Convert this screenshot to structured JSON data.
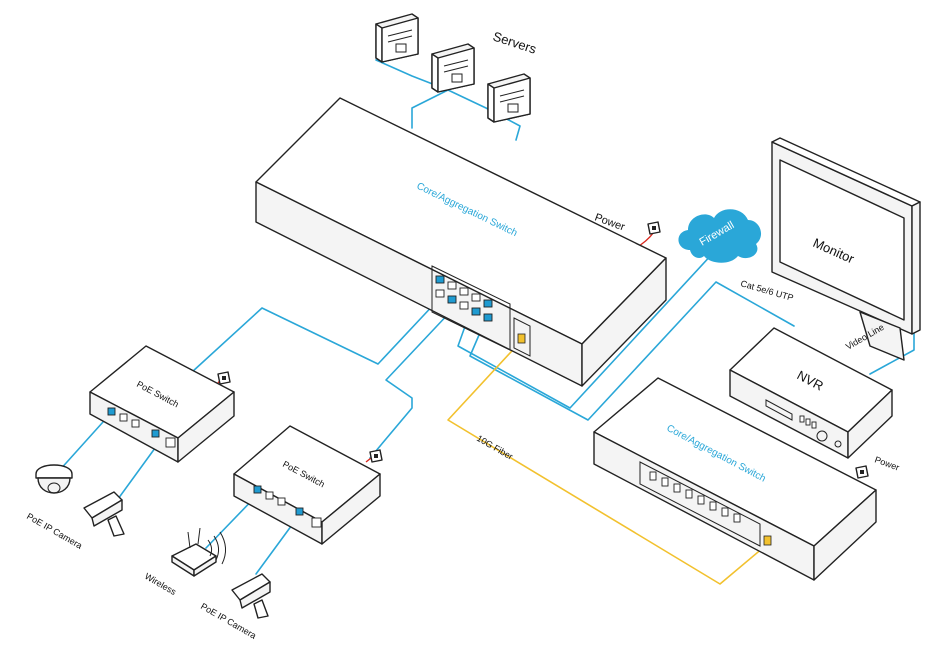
{
  "labels": {
    "servers": "Servers",
    "core_switch_top": "Core/Aggregation Switch",
    "core_switch_bottom": "Core/Aggregation Switch",
    "power_top": "Power",
    "power_right": "Power",
    "firewall": "Firewall",
    "monitor": "Monitor",
    "cat_utp": "Cat 5e/6 UTP",
    "video_line": "Video Line",
    "nvr": "NVR",
    "poe_switch_left": "PoE Switch",
    "poe_switch_mid": "PoE Switch",
    "fiber": "10G Fiber",
    "poe_camera_left": "PoE IP Camera",
    "wireless": "Wireless",
    "poe_camera_mid": "PoE IP Camera"
  },
  "colors": {
    "copper_cable": "#2aa7d8",
    "fiber_cable": "#f2c12e",
    "power_cable": "#d9261c",
    "firewall_cloud": "#2aa7d8"
  },
  "icons": [
    "server-icon",
    "cloud-icon",
    "monitor-icon",
    "nvr-icon",
    "switch-icon",
    "dome-camera-icon",
    "bullet-camera-icon",
    "wireless-ap-icon",
    "power-outlet-icon"
  ]
}
